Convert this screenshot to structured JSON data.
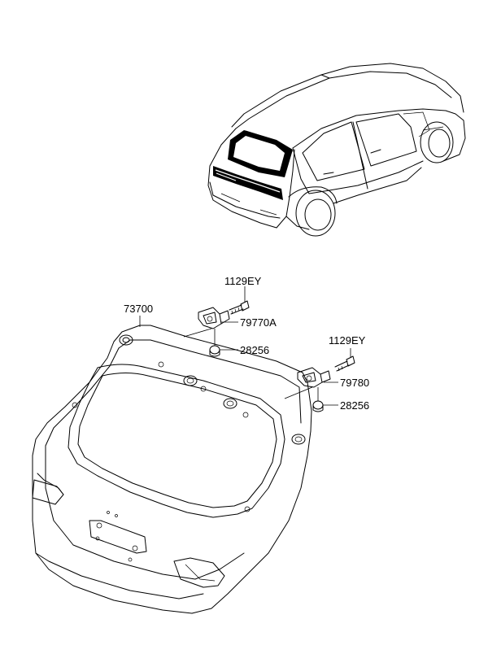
{
  "parts": {
    "tailgate": "73700",
    "bolt_left": "1129EY",
    "hinge_left": "79770A",
    "nut_left": "28256",
    "bolt_right": "1129EY",
    "hinge_right": "79780",
    "nut_right": "28256"
  }
}
